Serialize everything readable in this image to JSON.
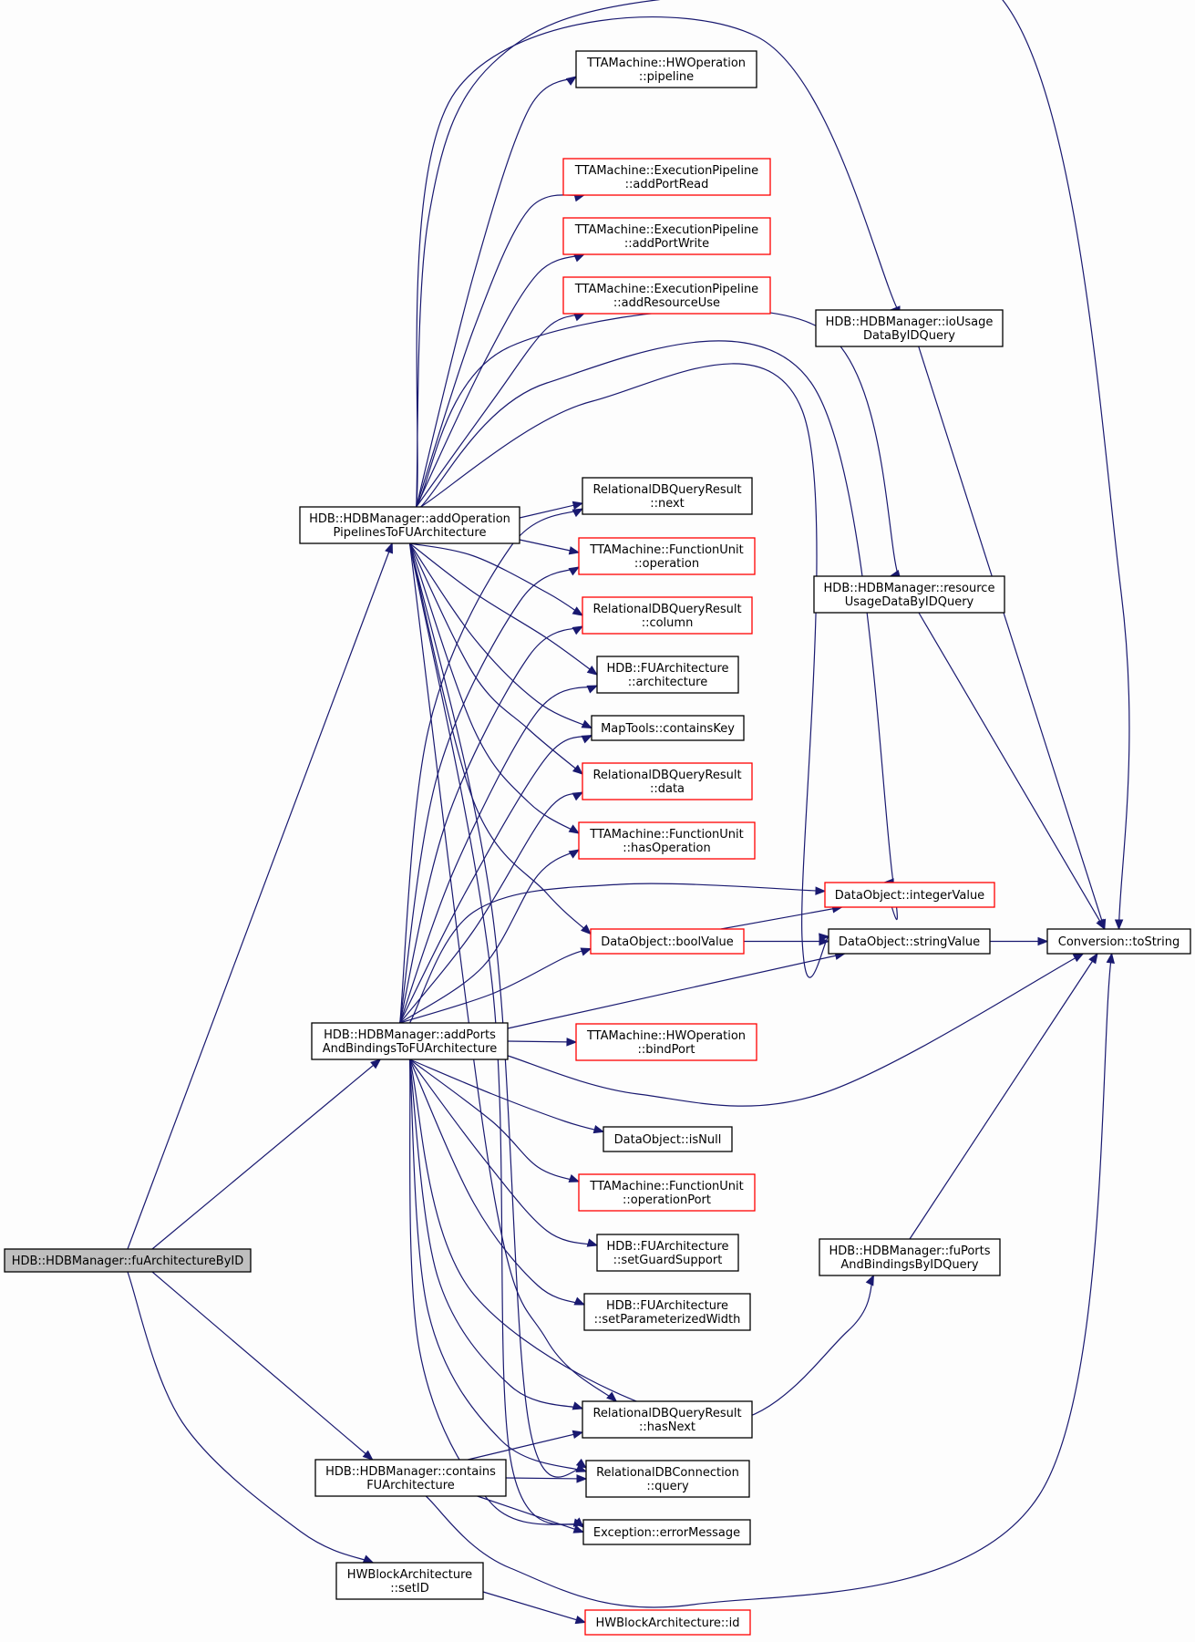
{
  "colors": {
    "edge": "#191970",
    "node_fill": "#ffffff",
    "node_border_normal": "#000000",
    "node_border_truncated": "#ff0000",
    "root_fill": "#bfbfbf",
    "root_border": "#000000"
  },
  "nodes": [
    {
      "id": "root",
      "lines": [
        "HDB::HDBManager::fuArchitectureByID"
      ],
      "style": "root"
    },
    {
      "id": "addOp",
      "lines": [
        "HDB::HDBManager::addOperation",
        "PipelinesToFUArchitecture"
      ],
      "style": "normal"
    },
    {
      "id": "addPorts",
      "lines": [
        "HDB::HDBManager::addPorts",
        "AndBindingsToFUArchitecture"
      ],
      "style": "normal"
    },
    {
      "id": "contains",
      "lines": [
        "HDB::HDBManager::contains",
        "FUArchitecture"
      ],
      "style": "normal"
    },
    {
      "id": "setID",
      "lines": [
        "HWBlockArchitecture",
        "::setID"
      ],
      "style": "normal"
    },
    {
      "id": "pipeline",
      "lines": [
        "TTAMachine::HWOperation",
        "::pipeline"
      ],
      "style": "normal"
    },
    {
      "id": "addPortRead",
      "lines": [
        "TTAMachine::ExecutionPipeline",
        "::addPortRead"
      ],
      "style": "red"
    },
    {
      "id": "addPortWrite",
      "lines": [
        "TTAMachine::ExecutionPipeline",
        "::addPortWrite"
      ],
      "style": "red"
    },
    {
      "id": "addResourceUse",
      "lines": [
        "TTAMachine::ExecutionPipeline",
        "::addResourceUse"
      ],
      "style": "red"
    },
    {
      "id": "ioUsage",
      "lines": [
        "HDB::HDBManager::ioUsage",
        "DataByIDQuery"
      ],
      "style": "normal"
    },
    {
      "id": "next",
      "lines": [
        "RelationalDBQueryResult",
        "::next"
      ],
      "style": "normal"
    },
    {
      "id": "operation",
      "lines": [
        "TTAMachine::FunctionUnit",
        "::operation"
      ],
      "style": "red"
    },
    {
      "id": "resourceUsage",
      "lines": [
        "HDB::HDBManager::resource",
        "UsageDataByIDQuery"
      ],
      "style": "normal"
    },
    {
      "id": "column",
      "lines": [
        "RelationalDBQueryResult",
        "::column"
      ],
      "style": "red"
    },
    {
      "id": "architecture",
      "lines": [
        "HDB::FUArchitecture",
        "::architecture"
      ],
      "style": "normal"
    },
    {
      "id": "containsKey",
      "lines": [
        "MapTools::containsKey"
      ],
      "style": "normal"
    },
    {
      "id": "data",
      "lines": [
        "RelationalDBQueryResult",
        "::data"
      ],
      "style": "red"
    },
    {
      "id": "hasOperation",
      "lines": [
        "TTAMachine::FunctionUnit",
        "::hasOperation"
      ],
      "style": "red"
    },
    {
      "id": "integerValue",
      "lines": [
        "DataObject::integerValue"
      ],
      "style": "red"
    },
    {
      "id": "boolValue",
      "lines": [
        "DataObject::boolValue"
      ],
      "style": "red"
    },
    {
      "id": "stringValue",
      "lines": [
        "DataObject::stringValue"
      ],
      "style": "normal"
    },
    {
      "id": "toString",
      "lines": [
        "Conversion::toString"
      ],
      "style": "normal"
    },
    {
      "id": "bindPort",
      "lines": [
        "TTAMachine::HWOperation",
        "::bindPort"
      ],
      "style": "red"
    },
    {
      "id": "isNull",
      "lines": [
        "DataObject::isNull"
      ],
      "style": "normal"
    },
    {
      "id": "operationPort",
      "lines": [
        "TTAMachine::FunctionUnit",
        "::operationPort"
      ],
      "style": "red"
    },
    {
      "id": "setGuardSupport",
      "lines": [
        "HDB::FUArchitecture",
        "::setGuardSupport"
      ],
      "style": "normal"
    },
    {
      "id": "fuPorts",
      "lines": [
        "HDB::HDBManager::fuPorts",
        "AndBindingsByIDQuery"
      ],
      "style": "normal"
    },
    {
      "id": "setParamWidth",
      "lines": [
        "HDB::FUArchitecture",
        "::setParameterizedWidth"
      ],
      "style": "normal"
    },
    {
      "id": "hasNext",
      "lines": [
        "RelationalDBQueryResult",
        "::hasNext"
      ],
      "style": "normal"
    },
    {
      "id": "query",
      "lines": [
        "RelationalDBConnection",
        "::query"
      ],
      "style": "normal"
    },
    {
      "id": "errorMessage",
      "lines": [
        "Exception::errorMessage"
      ],
      "style": "normal"
    },
    {
      "id": "id",
      "lines": [
        "HWBlockArchitecture::id"
      ],
      "style": "red"
    }
  ],
  "edges": [
    [
      "root",
      "addOp"
    ],
    [
      "root",
      "addPorts"
    ],
    [
      "root",
      "contains"
    ],
    [
      "root",
      "setID"
    ],
    [
      "addOp",
      "toString"
    ],
    [
      "addOp",
      "pipeline"
    ],
    [
      "addOp",
      "addPortRead"
    ],
    [
      "addOp",
      "addPortWrite"
    ],
    [
      "addOp",
      "addResourceUse"
    ],
    [
      "addOp",
      "ioUsage"
    ],
    [
      "addOp",
      "resourceUsage"
    ],
    [
      "addOp",
      "next"
    ],
    [
      "addOp",
      "operation"
    ],
    [
      "addOp",
      "column"
    ],
    [
      "addOp",
      "architecture"
    ],
    [
      "addOp",
      "containsKey"
    ],
    [
      "addOp",
      "data"
    ],
    [
      "addOp",
      "hasOperation"
    ],
    [
      "addOp",
      "boolValue"
    ],
    [
      "addOp",
      "stringValue"
    ],
    [
      "addOp",
      "integerValue"
    ],
    [
      "addOp",
      "hasNext"
    ],
    [
      "addOp",
      "query"
    ],
    [
      "addOp",
      "errorMessage"
    ],
    [
      "ioUsage",
      "toString"
    ],
    [
      "resourceUsage",
      "toString"
    ],
    [
      "boolValue",
      "stringValue"
    ],
    [
      "boolValue",
      "integerValue"
    ],
    [
      "stringValue",
      "toString"
    ],
    [
      "fuPorts",
      "toString"
    ],
    [
      "addPorts",
      "next"
    ],
    [
      "addPorts",
      "operation"
    ],
    [
      "addPorts",
      "column"
    ],
    [
      "addPorts",
      "architecture"
    ],
    [
      "addPorts",
      "containsKey"
    ],
    [
      "addPorts",
      "data"
    ],
    [
      "addPorts",
      "hasOperation"
    ],
    [
      "addPorts",
      "boolValue"
    ],
    [
      "addPorts",
      "integerValue"
    ],
    [
      "addPorts",
      "stringValue"
    ],
    [
      "addPorts",
      "toString"
    ],
    [
      "addPorts",
      "bindPort"
    ],
    [
      "addPorts",
      "isNull"
    ],
    [
      "addPorts",
      "operationPort"
    ],
    [
      "addPorts",
      "setGuardSupport"
    ],
    [
      "addPorts",
      "setParamWidth"
    ],
    [
      "addPorts",
      "fuPorts"
    ],
    [
      "addPorts",
      "hasNext"
    ],
    [
      "addPorts",
      "query"
    ],
    [
      "addPorts",
      "errorMessage"
    ],
    [
      "contains",
      "hasNext"
    ],
    [
      "contains",
      "query"
    ],
    [
      "contains",
      "errorMessage"
    ],
    [
      "contains",
      "toString"
    ],
    [
      "setID",
      "id"
    ]
  ]
}
